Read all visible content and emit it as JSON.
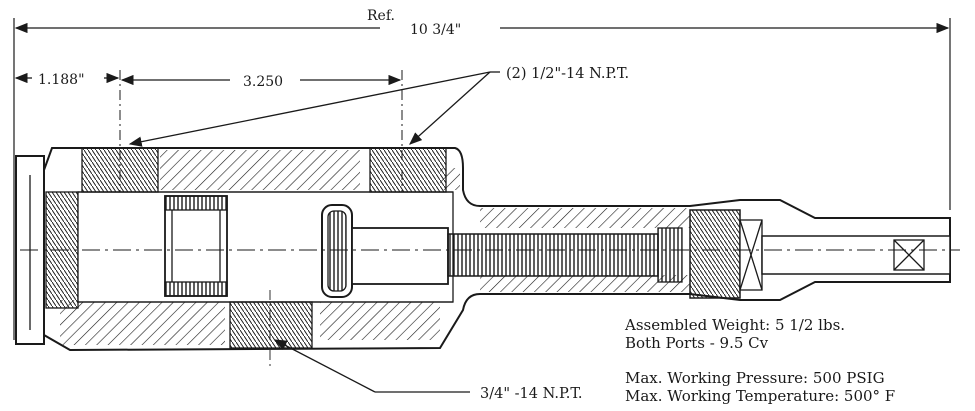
{
  "drawing": {
    "dimensions": {
      "overall_ref_label": "Ref.",
      "overall_length": "10 3/4\"",
      "left_offset": "1.188\"",
      "port_spacing": "3.250"
    },
    "callouts": {
      "top_ports": "(2) 1/2\"-14 N.P.T.",
      "bottom_port": "3/4\" -14 N.P.T."
    },
    "specs": {
      "assembled_weight": "Assembled Weight: 5 1/2 lbs.",
      "both_ports": "Both Ports - 9.5 Cv",
      "max_pressure": "Max. Working Pressure: 500 PSIG",
      "max_temperature": "Max. Working Temperature: 500° F"
    },
    "colors": {
      "ink": "#1a1a1a",
      "paper": "#ffffff"
    }
  }
}
